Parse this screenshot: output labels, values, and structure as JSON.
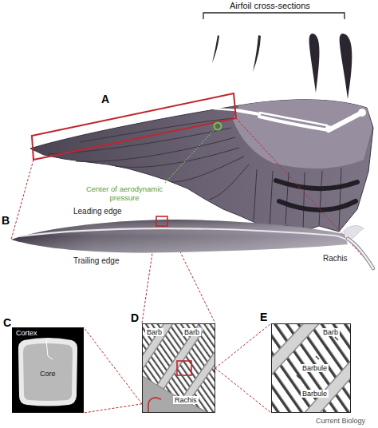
{
  "diagram": {
    "nodes": [
      {
        "text": [
          "C",
          "Cortex",
          "Core"
        ]
      },
      {
        "text": [
          "D",
          "Barb",
          "Barb",
          "Rachis"
        ]
      },
      {
        "text": [
          "E",
          "Barb",
          "Barbule",
          "Barbule"
        ]
      }
    ],
    "edges": [
      {
        "from": 1,
        "to": 0,
        "arrow": "none"
      },
      {
        "from": 1,
        "to": 2,
        "arrow": "none"
      }
    ],
    "labels": [
      "Airfoil cross-sections",
      "A",
      "Center of aerodynamic pressure",
      "B",
      "Leading edge",
      "Trailing edge",
      "Rachis",
      "Current Biology"
    ]
  }
}
